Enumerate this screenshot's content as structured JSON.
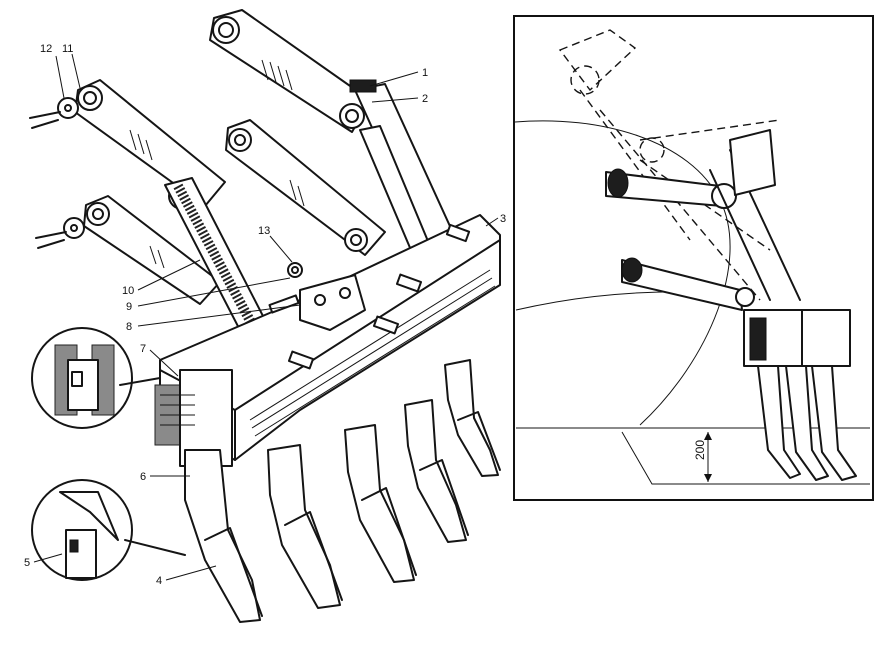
{
  "main_view": {
    "callouts": [
      "1",
      "2",
      "3",
      "4",
      "5",
      "6",
      "7",
      "8",
      "9",
      "10",
      "11",
      "12",
      "13"
    ]
  },
  "side_view": {
    "dimension_value": "200"
  }
}
